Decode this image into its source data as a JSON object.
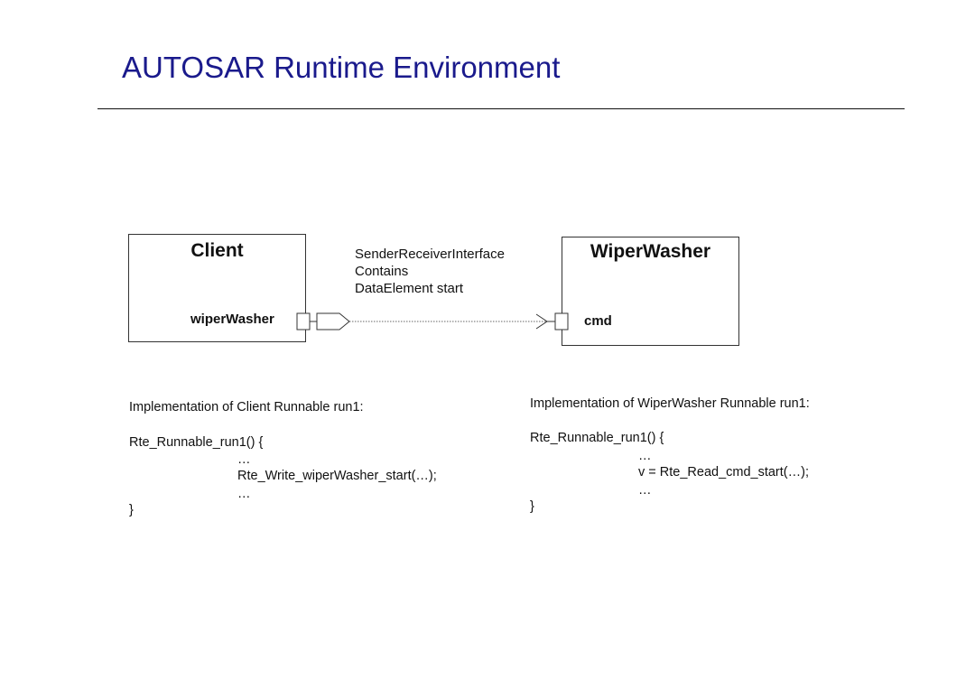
{
  "title": "AUTOSAR Runtime Environment",
  "client": {
    "name": "Client",
    "port": "wiperWasher"
  },
  "wiper": {
    "name": "WiperWasher",
    "port": "cmd"
  },
  "interface_lines": [
    "SenderReceiverInterface",
    "Contains",
    "DataElement start"
  ],
  "client_impl": {
    "header": "Implementation of Client Runnable run1:",
    "open": "Rte_Runnable_run1() {",
    "dots1": "…",
    "call": "Rte_Write_wiperWasher_start(…);",
    "dots2": "…",
    "close": "}"
  },
  "wiper_impl": {
    "header": "Implementation of WiperWasher Runnable run1:",
    "open": "Rte_Runnable_run1() {",
    "dots1": "…",
    "call": "v = Rte_Read_cmd_start(…);",
    "dots2": "…",
    "close": "}"
  },
  "colors": {
    "title": "#1a1a8c",
    "line": "#333333"
  }
}
